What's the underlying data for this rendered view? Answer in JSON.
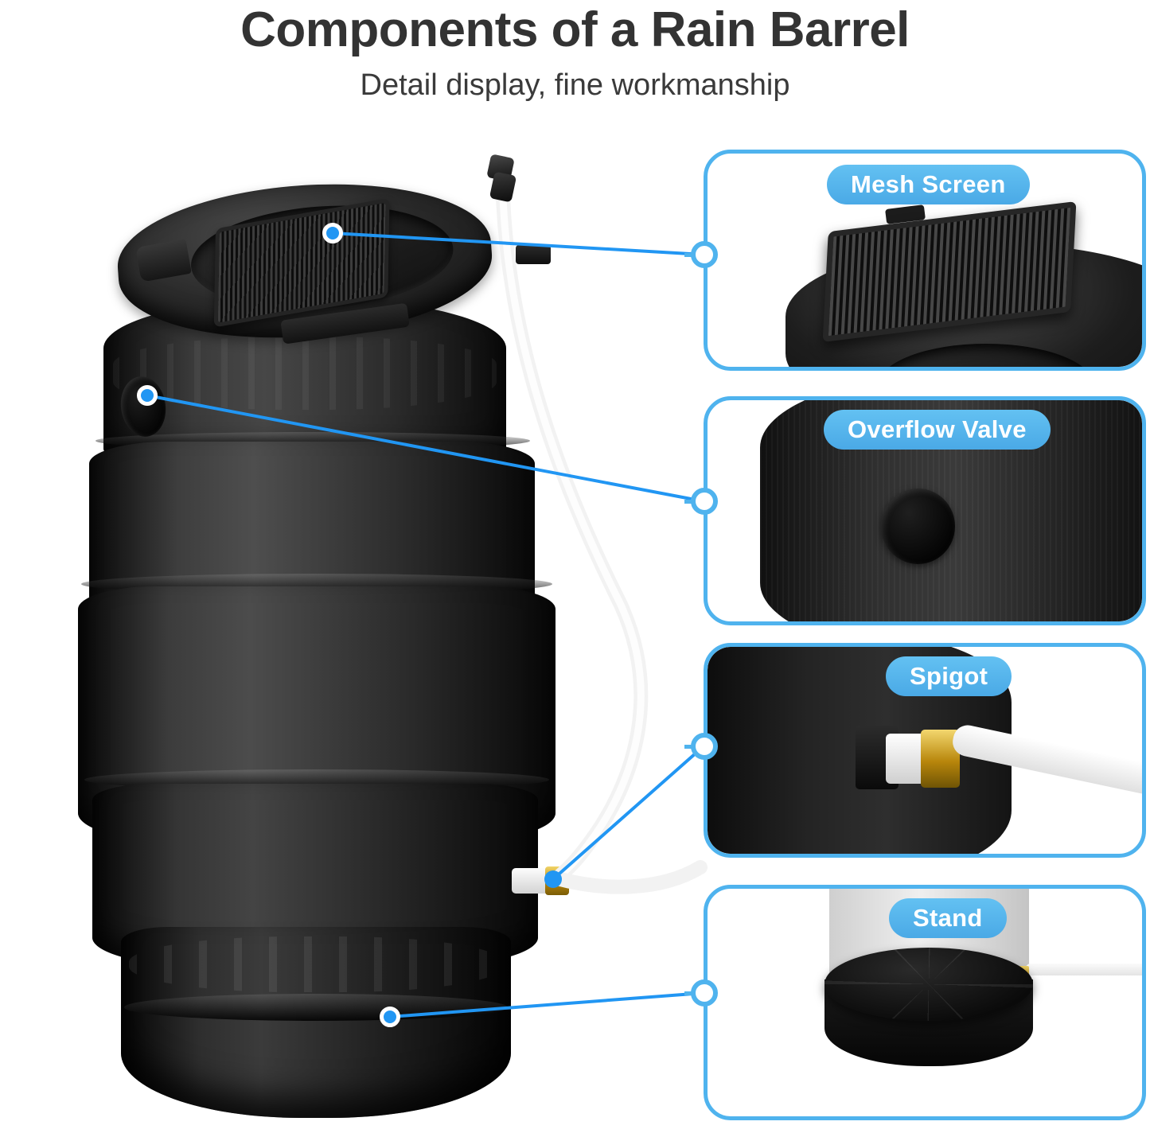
{
  "header": {
    "title": "Components of a Rain Barrel",
    "subtitle": "Detail display, fine workmanship"
  },
  "colors": {
    "accent_blue": "#4FB3EE",
    "badge_blue_light": "#63C1F2",
    "badge_blue_dark": "#4AA9E6",
    "dot_blue": "#2196F3",
    "title_gray": "#333333",
    "background": "#FFFFFF",
    "product_black": "#1A1A1A",
    "brass_gold": "#B8860B"
  },
  "panels": [
    {
      "id": "mesh-screen",
      "label": "Mesh Screen"
    },
    {
      "id": "overflow-valve",
      "label": "Overflow Valve"
    },
    {
      "id": "spigot",
      "label": "Spigot"
    },
    {
      "id": "stand",
      "label": "Stand"
    }
  ],
  "callouts": [
    {
      "id": "mesh-screen",
      "target": "Mesh Screen"
    },
    {
      "id": "overflow-valve",
      "target": "Overflow Valve"
    },
    {
      "id": "spigot",
      "target": "Spigot"
    },
    {
      "id": "stand",
      "target": "Stand"
    }
  ],
  "product": {
    "name": "Rain Barrel",
    "parts": [
      "lid",
      "mesh screen",
      "overflow valve",
      "spigot",
      "hose",
      "hose connector",
      "stand"
    ]
  }
}
